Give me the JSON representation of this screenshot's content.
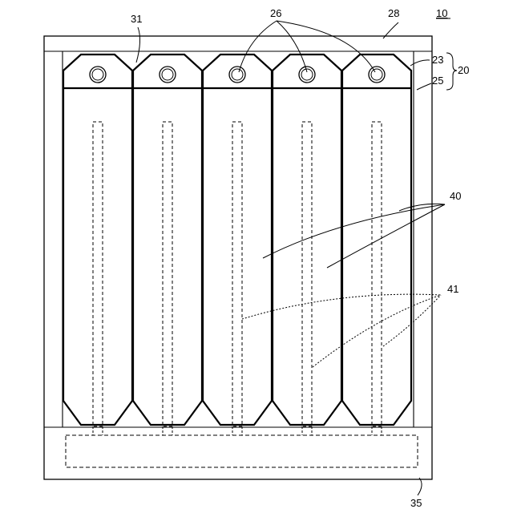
{
  "figure": {
    "title_ref": "10",
    "labels": {
      "frame": "28",
      "top_plate": "31",
      "holes": "26",
      "part_a": "23",
      "group": "20",
      "part_b": "25",
      "panels": "40",
      "inner_lines": "41",
      "bottom_box": "35"
    },
    "panel_count": 5
  }
}
